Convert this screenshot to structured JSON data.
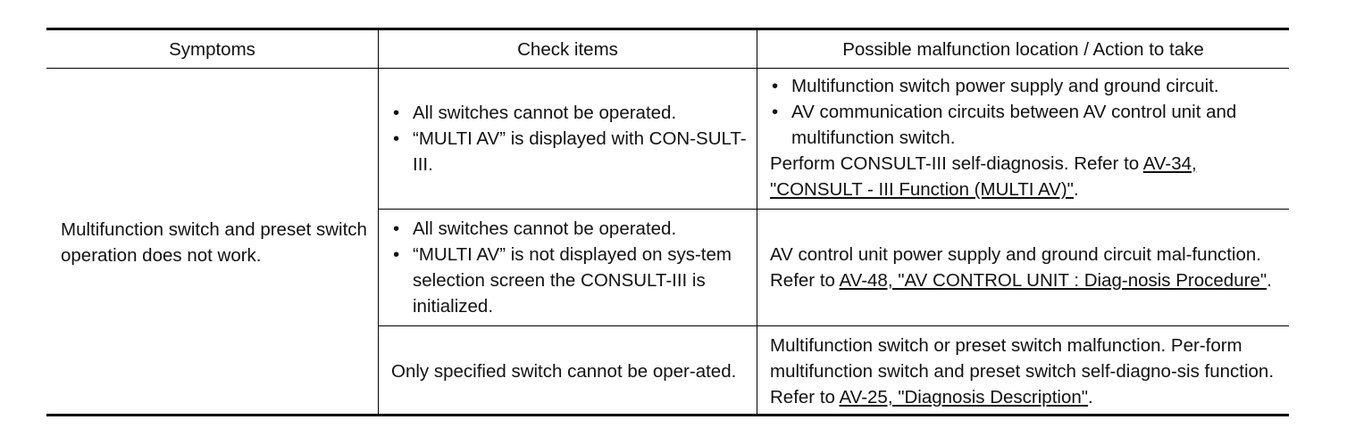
{
  "header": {
    "symptoms": "Symptoms",
    "check_items": "Check items",
    "action": "Possible malfunction location / Action to take"
  },
  "symptom": "Multifunction switch and preset switch operation does not work.",
  "rows": [
    {
      "checks": [
        "All switches cannot be operated.",
        "“MULTI AV” is displayed with CON-SULT-III."
      ],
      "action_bullets": [
        "Multifunction switch power supply and ground circuit.",
        "AV communication circuits between AV control unit and multifunction switch."
      ],
      "action_text": "Perform CONSULT-III self-diagnosis. Refer to ",
      "action_link": "AV-34, \"CONSULT - III Function (MULTI AV)\"",
      "action_end": "."
    },
    {
      "checks": [
        "All switches cannot be operated.",
        "“MULTI AV” is not displayed on sys-tem selection screen the CONSULT-III is initialized."
      ],
      "action_text": "AV control unit power supply and ground circuit mal-function. Refer to ",
      "action_link": "AV-48, \"AV CONTROL UNIT : Diag-nosis Procedure\"",
      "action_end": "."
    },
    {
      "check_text": "Only specified switch cannot be oper-ated.",
      "action_text": "Multifunction switch or preset switch malfunction. Per-form multifunction switch and preset switch self-diagno-sis function. Refer to ",
      "action_link": "AV-25, \"Diagnosis Description\"",
      "action_end": "."
    }
  ]
}
